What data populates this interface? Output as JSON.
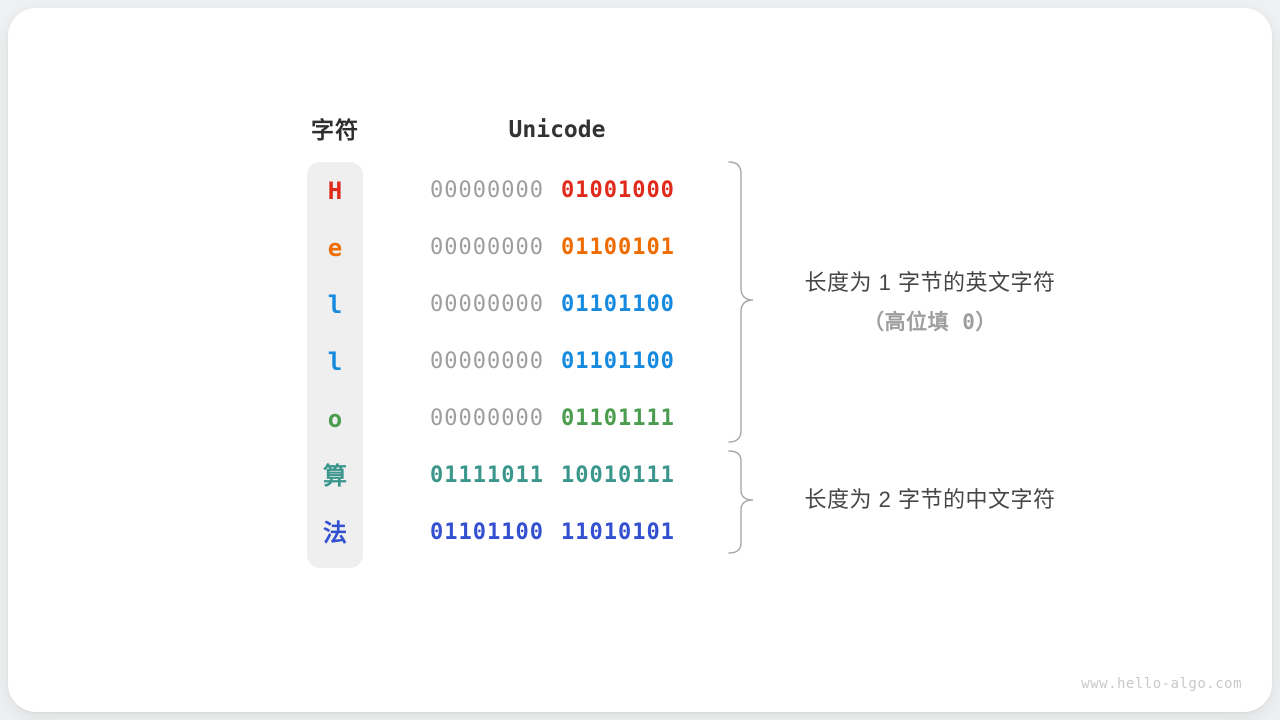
{
  "figure": {
    "header": {
      "char_label": "字符",
      "code_label": "Unicode"
    },
    "rows": [
      {
        "char": "H",
        "byte1": "00000000",
        "byte2": "01001000",
        "color": "#e02a1c",
        "byte1_muted": true
      },
      {
        "char": "e",
        "byte1": "00000000",
        "byte2": "01100101",
        "color": "#ef6c00",
        "byte1_muted": true
      },
      {
        "char": "l",
        "byte1": "00000000",
        "byte2": "01101100",
        "color": "#168ade",
        "byte1_muted": true
      },
      {
        "char": "l",
        "byte1": "00000000",
        "byte2": "01101100",
        "color": "#168ade",
        "byte1_muted": true
      },
      {
        "char": "o",
        "byte1": "00000000",
        "byte2": "01101111",
        "color": "#4a9d4e",
        "byte1_muted": true
      },
      {
        "char": "算",
        "byte1": "01111011",
        "byte2": "10010111",
        "color": "#3b968c",
        "byte1_muted": false
      },
      {
        "char": "法",
        "byte1": "01101100",
        "byte2": "11010101",
        "color": "#3350d0",
        "byte1_muted": false
      }
    ],
    "annotations": {
      "english_line1": "长度为 1 字节的英文字符",
      "english_line2": "（高位填 0）",
      "chinese_line1": "长度为 2 字节的中文字符"
    },
    "watermark": "www.hello-algo.com",
    "colors": {
      "zero_muted": "#9e9e9e",
      "annotation_text": "#464646",
      "annotation_muted": "#9e9e9e",
      "brace": "#a8a8a8",
      "char_column_bg": "#efefef",
      "card_bg": "#ffffff"
    }
  }
}
